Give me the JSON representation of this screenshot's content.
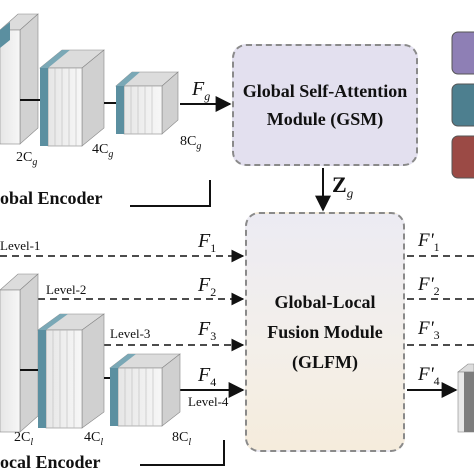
{
  "global_encoder": {
    "title": "obal Encoder",
    "channels": [
      "2C",
      "4C",
      "8C"
    ],
    "channel_sub": "g",
    "output": "F",
    "output_sub": "g"
  },
  "gsm": {
    "line1": "Global Self-Attention",
    "line2": "Module (GSM)",
    "output": "Z",
    "output_sub": "g"
  },
  "local_encoder": {
    "title": "ocal Encoder",
    "channels": [
      "2C",
      "4C",
      "8C"
    ],
    "channel_sub": "l"
  },
  "levels": [
    "Level-1",
    "Level-2",
    "Level-3",
    "Level-4"
  ],
  "features_in": [
    {
      "base": "F",
      "sub": "1"
    },
    {
      "base": "F",
      "sub": "2"
    },
    {
      "base": "F",
      "sub": "3"
    },
    {
      "base": "F",
      "sub": "4"
    }
  ],
  "features_out": [
    {
      "base": "F'",
      "sub": "1"
    },
    {
      "base": "F'",
      "sub": "2"
    },
    {
      "base": "F'",
      "sub": "3"
    },
    {
      "base": "F'",
      "sub": "4"
    }
  ],
  "glfm": {
    "line1": "Global-Local",
    "line2": "Fusion Module",
    "line3": "(GLFM)"
  },
  "legend_colors": [
    "#8e7fb5",
    "#4d7f8f",
    "#9b4a45"
  ],
  "colors": {
    "block_face": "#f2f2f2",
    "block_teal": "#5b8fa0",
    "gsm_fill": "#e3e0ef",
    "dash_border": "#8a8a8a"
  }
}
